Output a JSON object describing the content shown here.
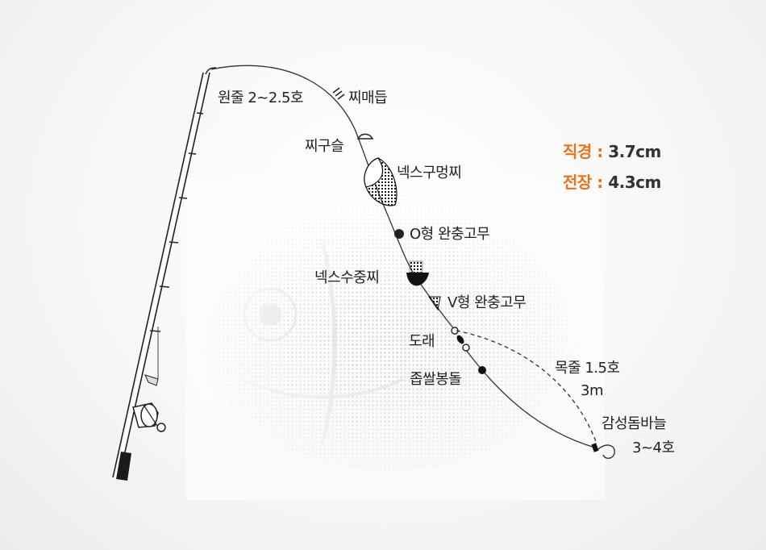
{
  "labels": {
    "main_line": "원줄 2~2.5호",
    "float_stopper": "찌매듭",
    "float_bead": "찌구슬",
    "main_float": "넥스구멍찌",
    "o_cushion": "O형 완충고무",
    "sub_float": "넥스수중찌",
    "v_cushion": "V형 완충고무",
    "swivel": "도래",
    "split_shot": "좁쌀봉돌",
    "leader_line": "목줄 1.5호",
    "leader_length": "3m",
    "hook_name": "감성돔바늘",
    "hook_size": "3~4호"
  },
  "specs": {
    "diameter_label": "직경 :",
    "diameter_value": "3.7cm",
    "length_label": "전장 :",
    "length_value": "4.3cm"
  },
  "colors": {
    "accent": "#e8731c",
    "text": "#222222",
    "line": "#333333"
  }
}
